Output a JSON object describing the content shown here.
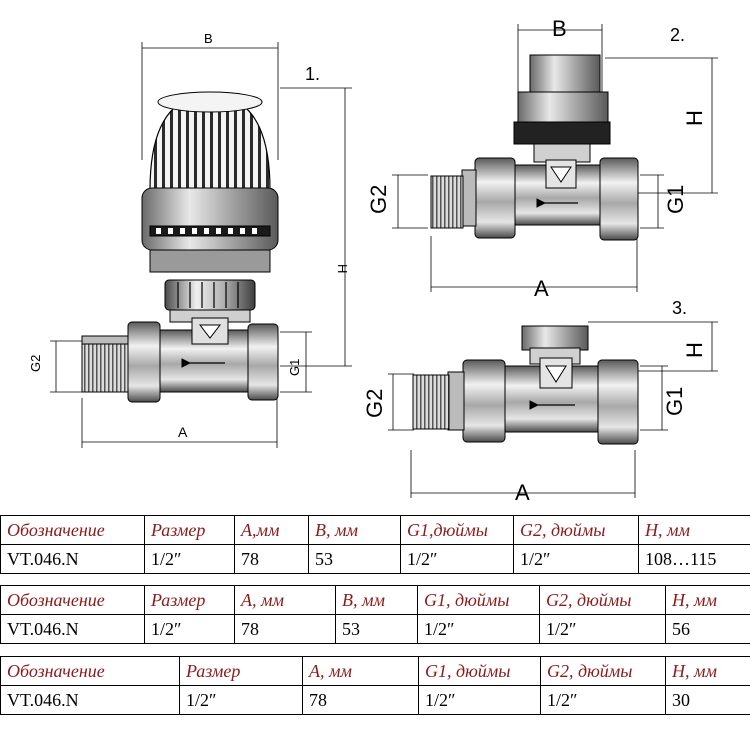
{
  "labels": {
    "view1": {
      "number": "1.",
      "B": "B",
      "H": "H",
      "G2": "G2",
      "G1": "G1",
      "A": "A"
    },
    "view2": {
      "number": "2.",
      "B": "B",
      "H": "H",
      "G2": "G2",
      "G1": "G1",
      "A": "A"
    },
    "view3": {
      "number": "3.",
      "H": "H",
      "G2": "G2",
      "G1": "G1",
      "A": "A"
    }
  },
  "tables": [
    {
      "headers": [
        "Обозначение",
        "Размер",
        "А,мм",
        "В, мм",
        "G1,дюймы",
        "G2, дюймы",
        "Н, мм"
      ],
      "values": [
        "VT.046.N",
        "1/2″",
        "78",
        "53",
        "1/2″",
        "1/2″",
        "108…115"
      ]
    },
    {
      "headers": [
        "Обозначение",
        "Размер",
        "А, мм",
        "В, мм",
        "G1, дюймы",
        "G2, дюймы",
        "Н, мм"
      ],
      "values": [
        "VT.046.N",
        "1/2″",
        "78",
        "53",
        "1/2″",
        "1/2″",
        "56"
      ]
    },
    {
      "headers": [
        "Обозначение",
        "Размер",
        "А, мм",
        "G1, дюймы",
        "G2, дюймы",
        "Н, мм"
      ],
      "values": [
        "VT.046.N",
        "1/2″",
        "78",
        "1/2″",
        "1/2″",
        "30"
      ]
    }
  ]
}
